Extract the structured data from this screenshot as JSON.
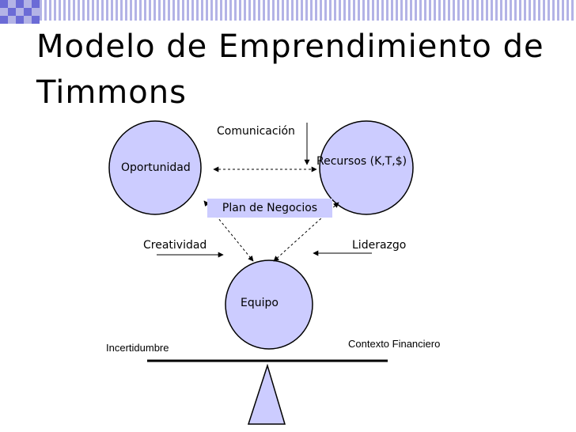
{
  "slide": {
    "title": "Modelo de Emprendimiento de Timmons",
    "accent_color": "#6b6bd6",
    "header_stripe_colors": [
      "#ffffff",
      "#6b6bd6",
      "#b3b3e6"
    ]
  },
  "diagram": {
    "node_oportunidad": "Oportunidad",
    "node_recursos": "Recursos (K,T,$)",
    "node_equipo": "Equipo",
    "box_plan": "Plan de Negocios",
    "label_comunicacion": "Comunicación",
    "label_creatividad": "Creatividad",
    "label_liderazgo": "Liderazgo",
    "label_incertidumbre": "Incertidumbre",
    "label_contexto": "Contexto Financiero",
    "circle_fill": "#ccccff",
    "fulcrum_fill": "#ccccff"
  }
}
